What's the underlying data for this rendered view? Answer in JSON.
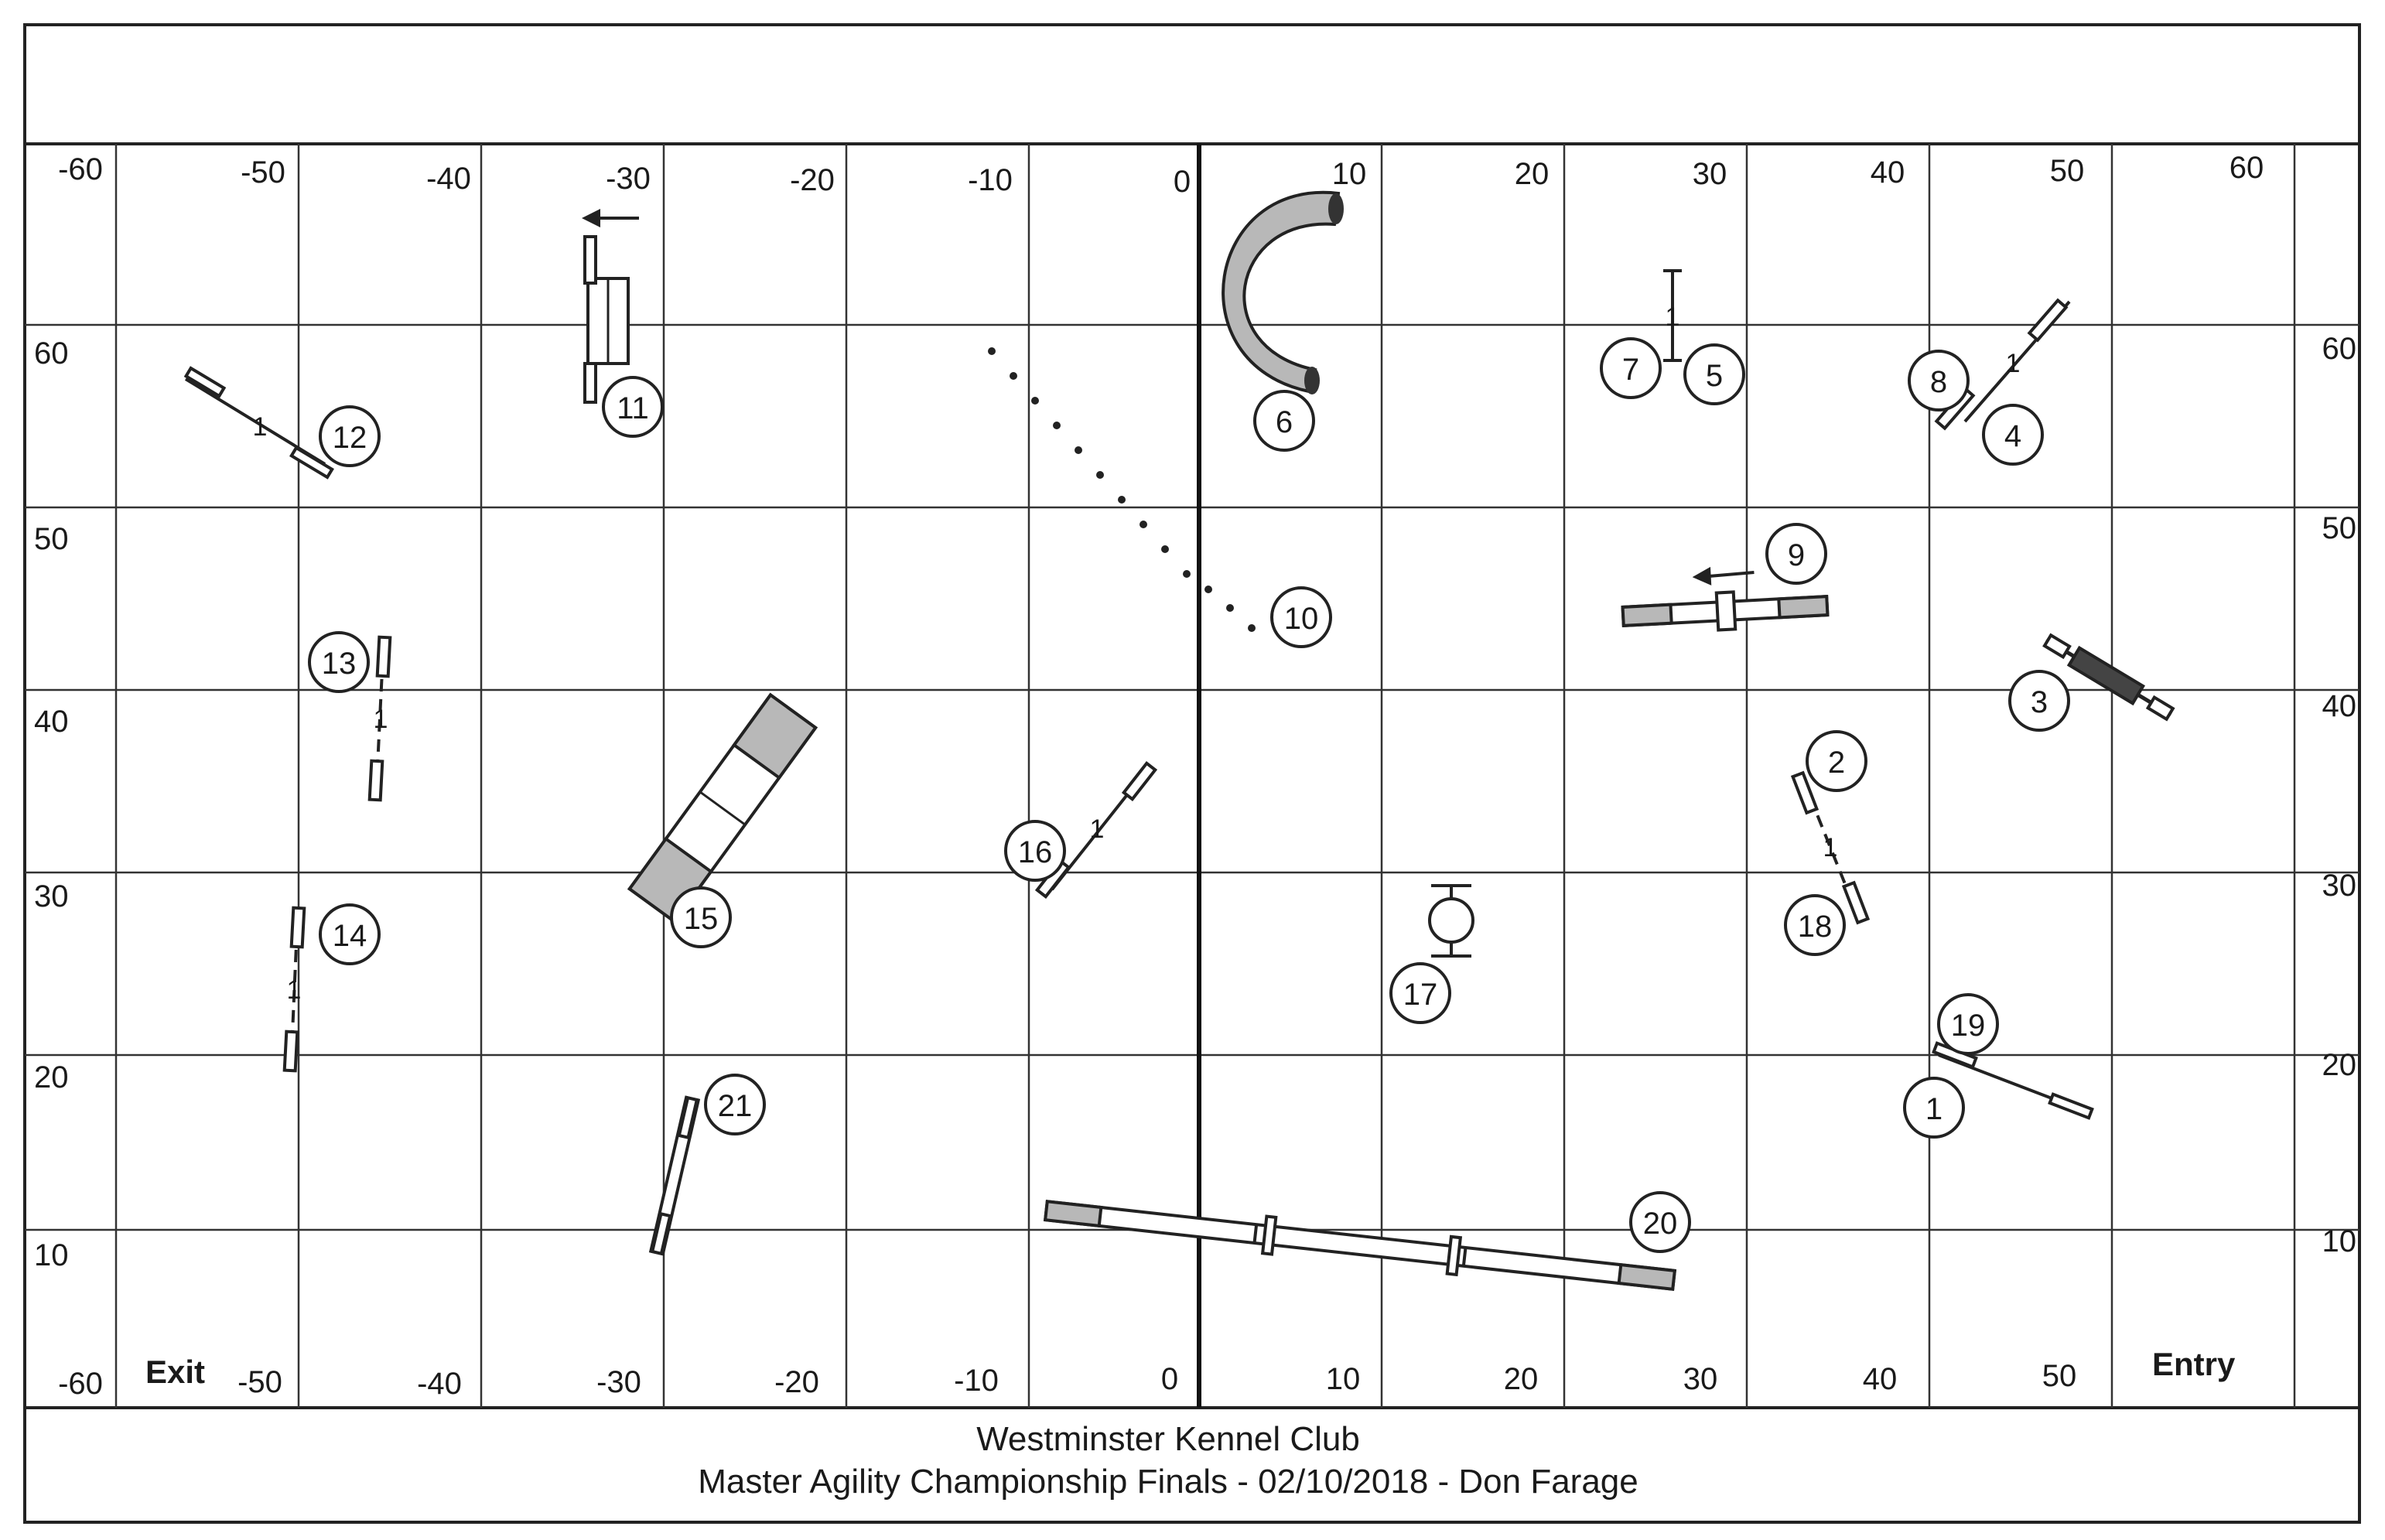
{
  "footer": {
    "line1": "Westminster Kennel Club",
    "line2": "Master Agility Championship Finals - 02/10/2018 - Don Farage"
  },
  "axes": {
    "top_x": [
      "-60",
      "-50",
      "-40",
      "-30",
      "-20",
      "-10",
      "0",
      "10",
      "20",
      "30",
      "40",
      "50",
      "60"
    ],
    "bottom_x": [
      "-60",
      "-50",
      "-40",
      "-30",
      "-20",
      "-10",
      "0",
      "10",
      "20",
      "30",
      "40",
      "50"
    ],
    "left_y": [
      "60",
      "50",
      "40",
      "30",
      "20",
      "10"
    ],
    "right_y": [
      "60",
      "50",
      "40",
      "30",
      "20",
      "10"
    ]
  },
  "corners": {
    "exit": "Exit",
    "entry": "Entry"
  },
  "jump_mark": "1",
  "obstacles": [
    {
      "num": "1"
    },
    {
      "num": "2"
    },
    {
      "num": "3"
    },
    {
      "num": "4"
    },
    {
      "num": "5"
    },
    {
      "num": "6"
    },
    {
      "num": "7"
    },
    {
      "num": "8"
    },
    {
      "num": "9"
    },
    {
      "num": "10"
    },
    {
      "num": "11"
    },
    {
      "num": "12"
    },
    {
      "num": "13"
    },
    {
      "num": "14"
    },
    {
      "num": "15"
    },
    {
      "num": "16"
    },
    {
      "num": "17"
    },
    {
      "num": "18"
    },
    {
      "num": "19"
    },
    {
      "num": "20"
    },
    {
      "num": "21"
    }
  ]
}
